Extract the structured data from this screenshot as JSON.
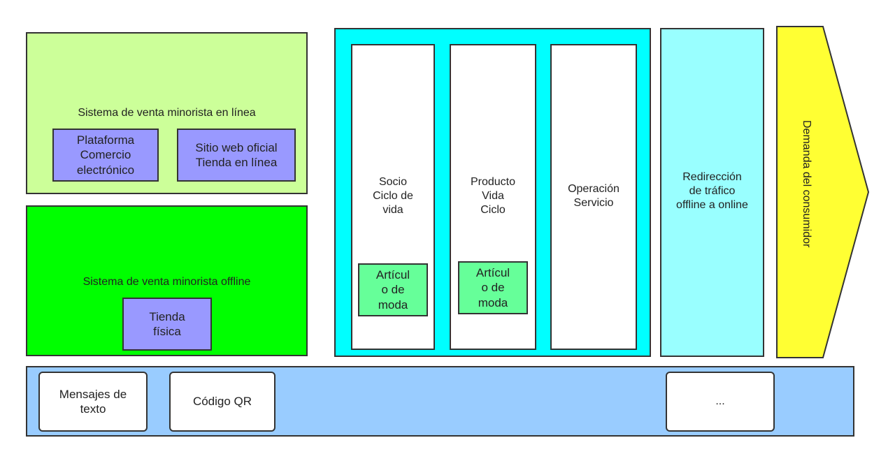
{
  "online": {
    "title": "Sistema de venta minorista en línea",
    "platform": "Plataforma\nComercio\nelectrónico",
    "website": "Sitio web oficial\nTienda en línea"
  },
  "offline": {
    "title": "Sistema de venta minorista offline",
    "store": "Tienda\nfísica"
  },
  "lifecycle": {
    "partner": "Socio\nCiclo de\nvida",
    "partner_item": "Artícul\no de\nmoda",
    "product": "Producto\nVida\nCiclo",
    "product_item": "Artícul\no de\nmoda",
    "operation": "Operación\nServicio"
  },
  "redirect": "Redirección\nde tráfico\noffline a online",
  "demand": "Demanda del consumidor",
  "bottom": {
    "sms": "Mensajes de\ntexto",
    "qr": "Código QR",
    "more": "..."
  },
  "colors": {
    "online_bg": "#ccff99",
    "offline_bg": "#00ff00",
    "lifecycle_bg": "#00ffff",
    "redirect_bg": "#99ffff",
    "demand_bg": "#ffff33",
    "bottom_bg": "#99ccff",
    "purple": "#9999ff",
    "mint": "#66ff99"
  }
}
